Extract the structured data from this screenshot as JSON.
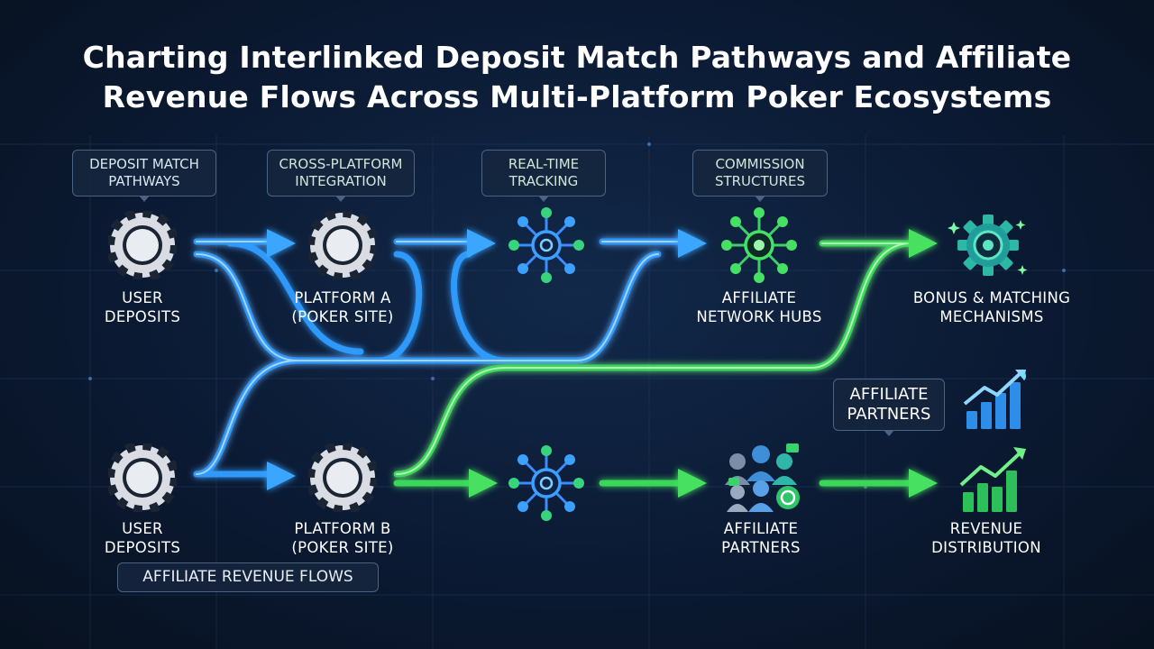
{
  "title": {
    "line1": "Charting Interlinked Deposit Match Pathways and Affiliate",
    "line2": "Revenue Flows Across Multi-Platform Poker Ecosystems"
  },
  "tags": {
    "deposit_match": [
      "DEPOSIT MATCH",
      "PATHWAYS"
    ],
    "cross_platform": [
      "CROSS-PLATFORM",
      "INTEGRATION"
    ],
    "real_time": [
      "REAL-TIME",
      "TRACKING"
    ],
    "commission": [
      "COMMISSION",
      "STRUCTURES"
    ],
    "affiliate_partners": [
      "AFFILIATE",
      "PARTNERS"
    ],
    "affiliate_revenue": "AFFILIATE REVENUE FLOWS"
  },
  "nodes": {
    "user_deposits_top": [
      "USER",
      "DEPOSITS"
    ],
    "platform_a": [
      "PLATFORM A",
      "(POKER SITE)"
    ],
    "affiliate_hubs": [
      "AFFILIATE",
      "NETWORK HUBS"
    ],
    "bonus_matching": [
      "BONUS & MATCHING",
      "MECHANISMS"
    ],
    "user_deposits_bottom": [
      "USER",
      "DEPOSITS"
    ],
    "platform_b": [
      "PLATFORM B",
      "(POKER SITE)"
    ],
    "affiliate_partners": [
      "AFFILIATE",
      "PARTNERS"
    ],
    "revenue_distribution": [
      "REVENUE",
      "DISTRIBUTION"
    ]
  },
  "icons": {
    "chip": "poker-chip-icon",
    "network": "network-hub-icon",
    "gear": "gear-icon",
    "people": "people-group-icon",
    "chart": "bar-chart-icon"
  },
  "colors": {
    "background": "#0b1a33",
    "blue_flow": "#2f9cff",
    "green_flow": "#3ddc5a",
    "tag_border": "#4a6283"
  }
}
